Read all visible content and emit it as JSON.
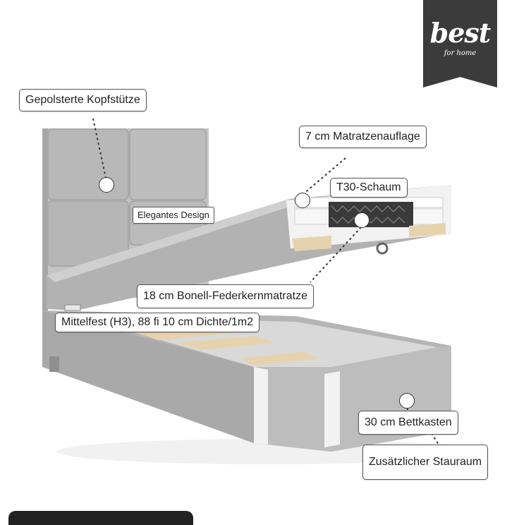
{
  "logo": {
    "brand": "best",
    "tagline": "for home"
  },
  "labels": {
    "headboard": "Gepolsterte Kopfstütze",
    "topper": "7 cm Matratzenauflage",
    "foam": "T30-Schaum",
    "design": "Elegantes Design",
    "mattress": "18 cm Bonell-Federkernmatratze",
    "firmness": "Mittelfest (H3), 88 fi 10 cm Dichte/1m2",
    "box": "30 cm Bettkasten",
    "storage": "Zusätzlicher Stauraum"
  },
  "colors": {
    "fabric": "#b9b9b9",
    "fabric_dark": "#9a9a9a",
    "fabric_light": "#cdcdcd",
    "wood": "#e6d3ae",
    "spring": "#2b2b2b",
    "logo_bg": "#3b3b3b"
  }
}
